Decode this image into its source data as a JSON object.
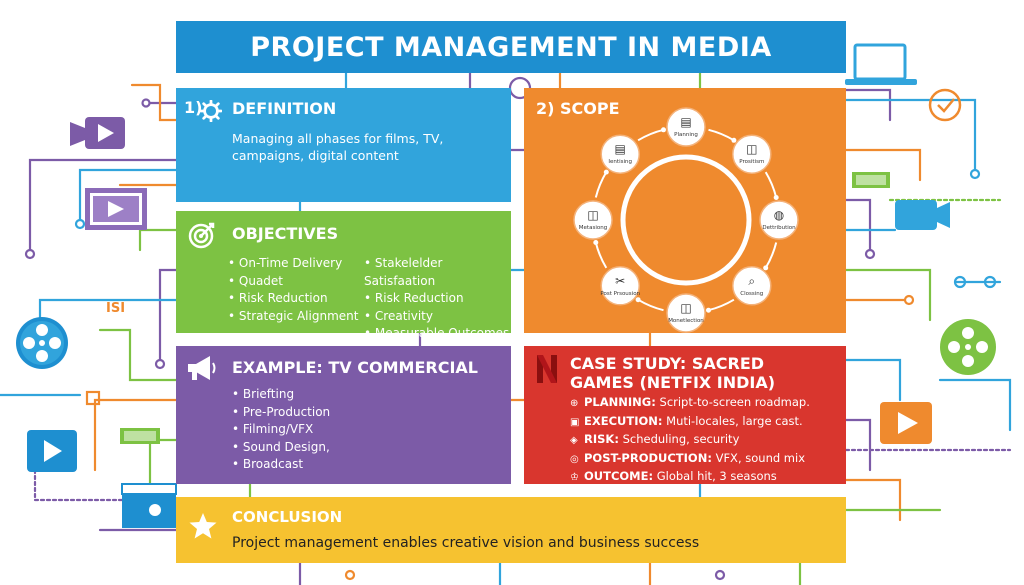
{
  "title": "PROJECT MANAGEMENT IN MEDIA",
  "definition": {
    "number": "1)",
    "heading": "DEFINITION",
    "text": "Managing all phases for films, TV, campaigns, digital content"
  },
  "objectives": {
    "heading": "OBJECTIVES",
    "col1": [
      "On-Time Delivery",
      "Quadet",
      "Risk Reduction",
      "Strategic Alignment"
    ],
    "col2": [
      "Stakelelder Satisfaation",
      "Risk Reduction",
      "Creativity",
      "Measurable Outcomes"
    ]
  },
  "scope": {
    "heading": "2) SCOPE",
    "nodes": [
      "Planning",
      "Prositism",
      "Dettribution",
      "Clossing",
      "Monetlection",
      "Post Prsousion",
      "Metasiong",
      "Ientising"
    ]
  },
  "example": {
    "heading": "EXAMPLE: TV COMMERCIAL",
    "items": [
      "Briefting",
      "Pre-Production",
      "Filming/VFX",
      "Sound Design,",
      "Broadcast"
    ]
  },
  "case_study": {
    "heading_line1": "CASE STUDY: SACRED",
    "heading_line2": "GAMES (NETFIX INDIA)",
    "items": [
      {
        "key": "PLANNING:",
        "value": "Script-to-screen roadmap."
      },
      {
        "key": "EXECUTION:",
        "value": "Muti-locales, large cast."
      },
      {
        "key": "RISK:",
        "value": "Scheduling, security"
      },
      {
        "key": "POST-PRODUCTION:",
        "value": "VFX, sound mix"
      },
      {
        "key": "OUTCOME:",
        "value": "Global hit, 3 seasons"
      }
    ]
  },
  "conclusion": {
    "heading": "CONCLUSION",
    "text": "Project management enables creative vision and business success"
  },
  "decor": {
    "sign_text": "ISI"
  },
  "colors": {
    "title": "#1e8fd0",
    "definition": "#31a4dc",
    "objectives": "#7dc243",
    "scope": "#ef8a2e",
    "example": "#7c5ba7",
    "case_study": "#d9362e",
    "conclusion": "#f6c230"
  }
}
